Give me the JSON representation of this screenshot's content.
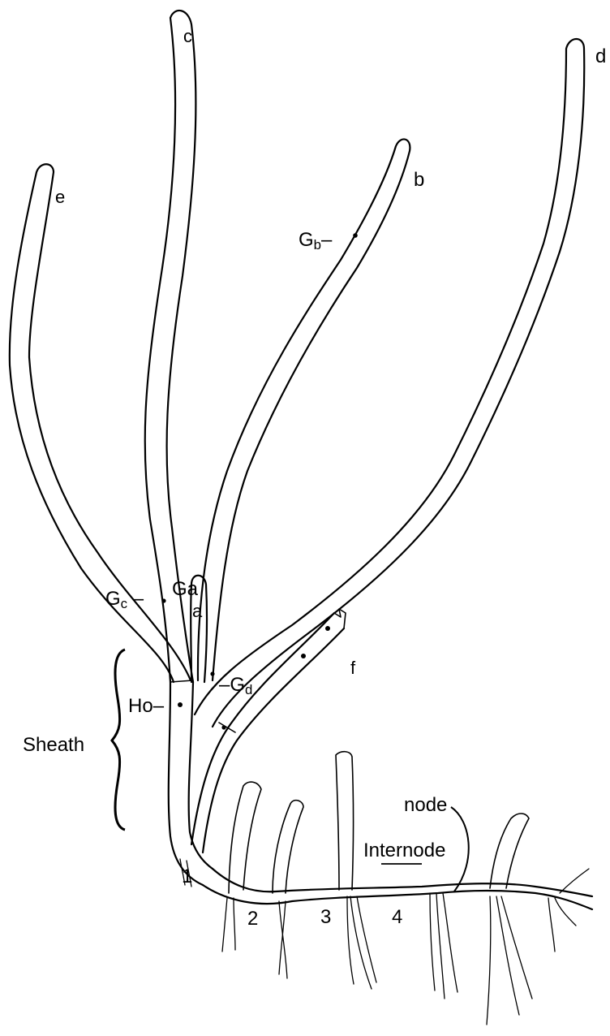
{
  "labels": {
    "leaf_a": "a",
    "leaf_b": "b",
    "leaf_c": "c",
    "leaf_d": "d",
    "leaf_e": "e",
    "leaf_f": "f",
    "ga_main": "G",
    "ga_sub": "a",
    "gb_main": "G",
    "gb_sub": "b",
    "gc_main": "G",
    "gc_sub": "c",
    "gd_main": "G",
    "gd_sub": "d",
    "ho_main": "H",
    "ho_sub": "o",
    "sheath": "Sheath",
    "node": "node",
    "internode": "Internode",
    "num_1": "1",
    "num_2": "2",
    "num_3": "3",
    "num_4": "4"
  }
}
